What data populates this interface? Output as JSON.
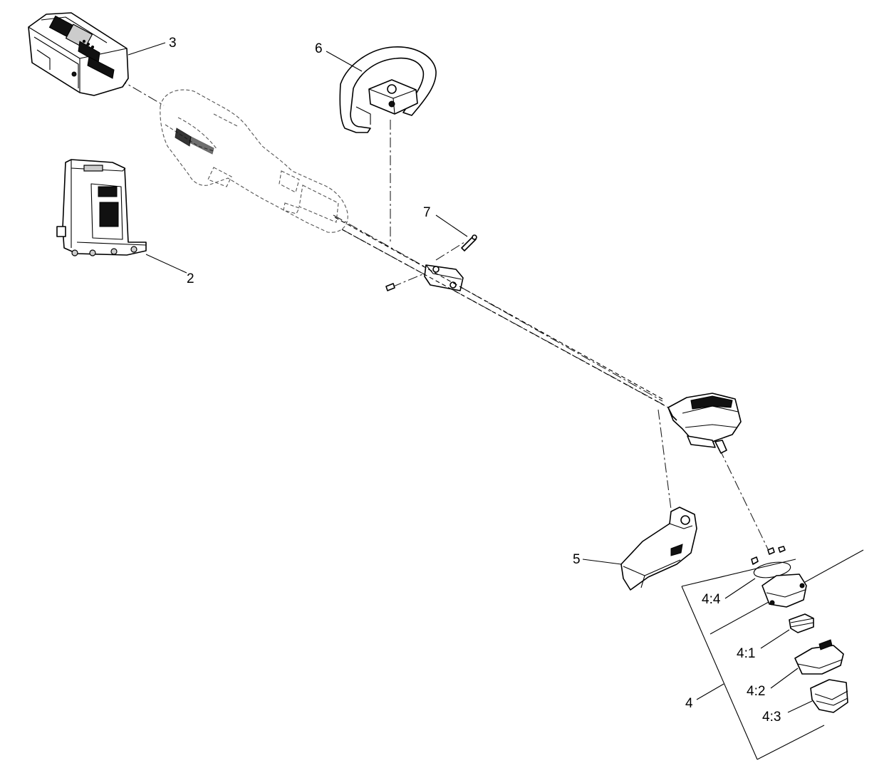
{
  "callouts": {
    "c3": "3",
    "c6": "6",
    "c2": "2",
    "c7": "7",
    "c5": "5",
    "c4": "4",
    "c4_4": "4:4",
    "c4_1": "4:1",
    "c4_2": "4:2",
    "c4_3": "4:3"
  }
}
